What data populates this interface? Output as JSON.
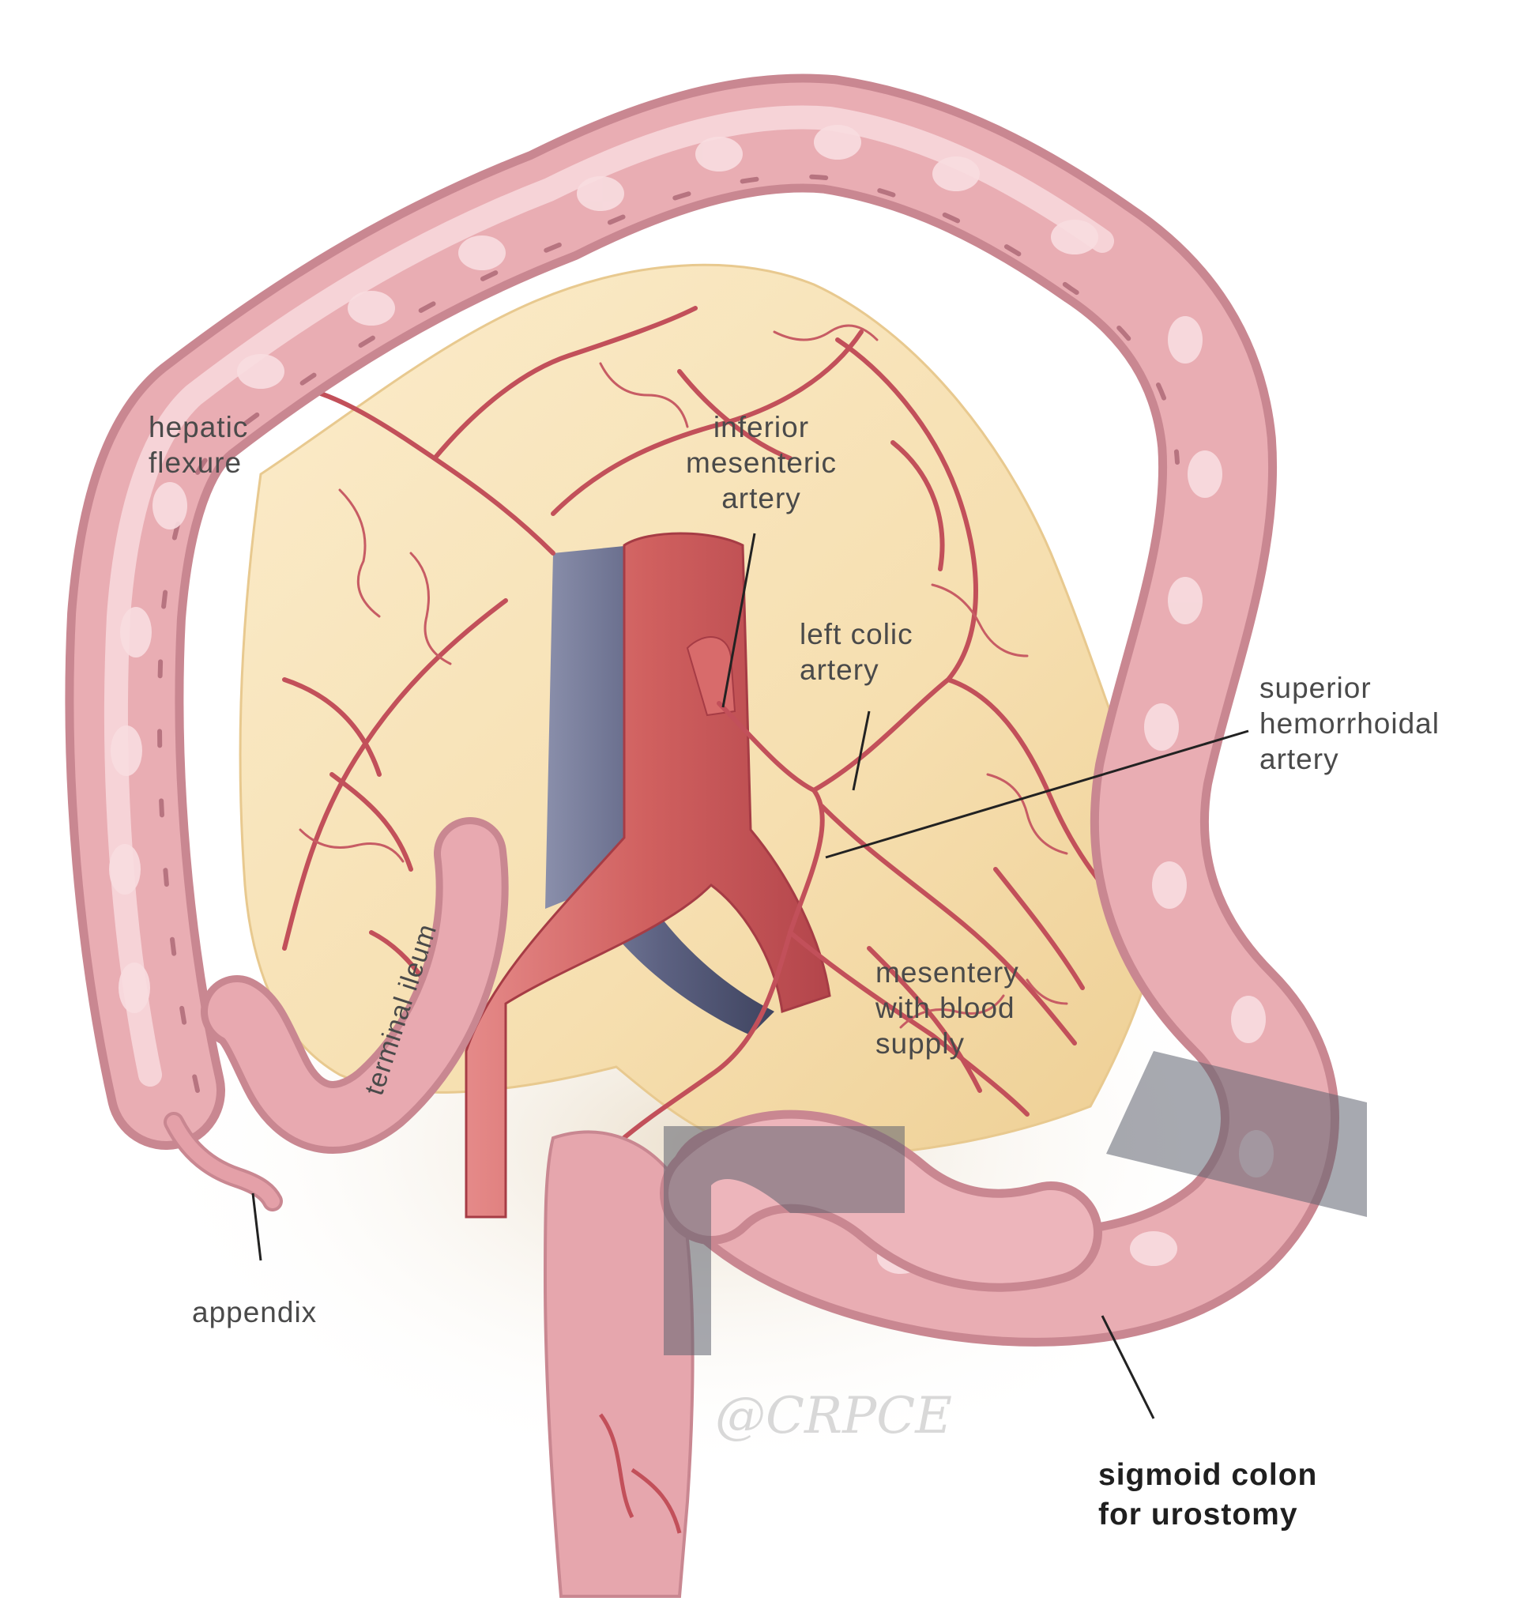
{
  "labels": {
    "hepatic_flexure": [
      "hepatic",
      "flexure"
    ],
    "inferior_mesenteric_artery": [
      "inferior",
      "mesenteric",
      "artery"
    ],
    "left_colic_artery": [
      "left colic",
      "artery"
    ],
    "superior_hemorrhoidal_artery": [
      "superior",
      "hemorrhoidal",
      "artery"
    ],
    "terminal_ileum": "terminal ileum",
    "mesentery": [
      "mesentery",
      "with blood",
      "supply"
    ],
    "appendix": "appendix",
    "sigmoid_colon": [
      "sigmoid colon",
      "for urostomy"
    ]
  },
  "watermark": "@CRPCE",
  "colors": {
    "colon": "#e9adb3",
    "colon_highlight": "#f8dde0",
    "colon_shadow": "#c98791",
    "mesentery": "#f6dfb0",
    "artery": "#c2505a",
    "aorta": "#d66b6e",
    "vein": "#6e7390",
    "clamp": "#5e6270",
    "leader_line": "#222222"
  }
}
